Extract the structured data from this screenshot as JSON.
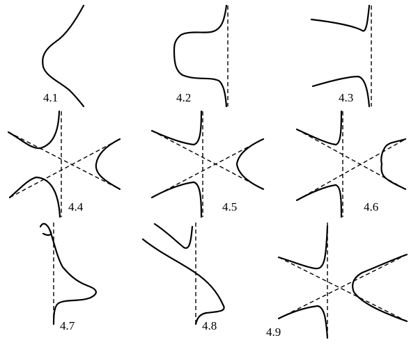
{
  "panels": [
    {
      "id": "4.1",
      "label": "4.1"
    },
    {
      "id": "4.2",
      "label": "4.2"
    },
    {
      "id": "4.3",
      "label": "4.3"
    },
    {
      "id": "4.4",
      "label": "4.4"
    },
    {
      "id": "4.5",
      "label": "4.5"
    },
    {
      "id": "4.6",
      "label": "4.6"
    },
    {
      "id": "4.7",
      "label": "4.7"
    },
    {
      "id": "4.8",
      "label": "4.8"
    },
    {
      "id": "4.9",
      "label": "4.9"
    }
  ]
}
